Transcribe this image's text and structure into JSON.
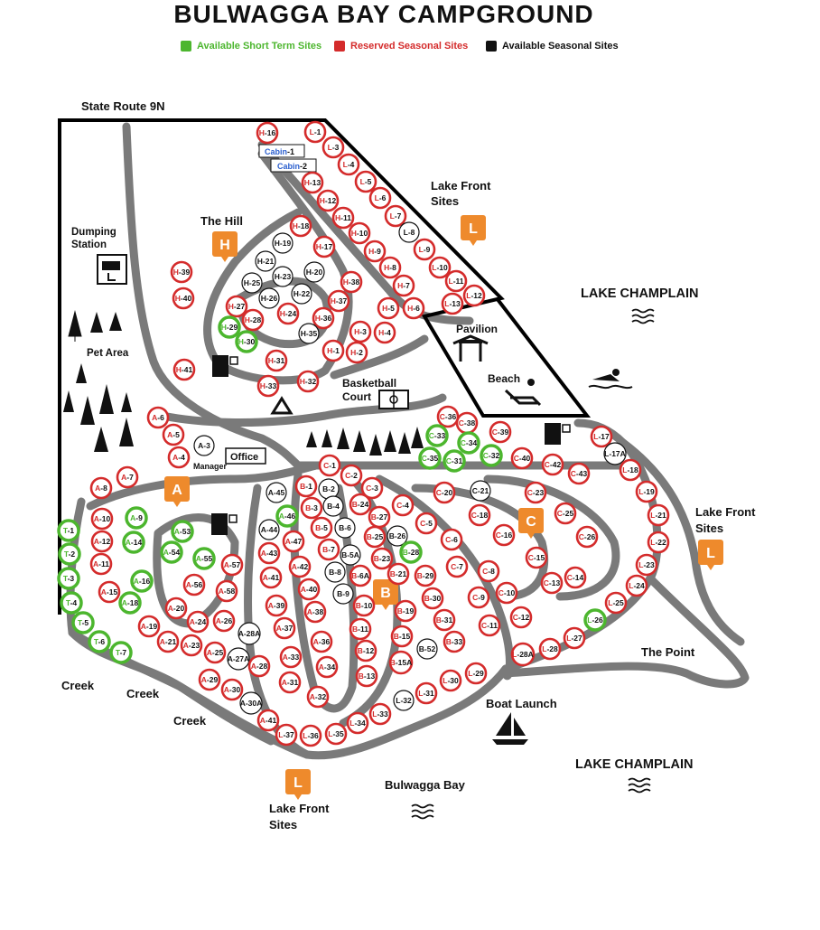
{
  "title": "BULWAGGA BAY CAMPGROUND",
  "colors": {
    "short_term": "#4cb62e",
    "reserved": "#d42b2b",
    "seasonal": "#111111",
    "road": "#7a7a7a",
    "marker": "#ee8a2c",
    "cabin": "#2b5fce"
  },
  "legend": {
    "short_term": "Available Short Term Sites",
    "reserved": "Reserved Seasonal Sites",
    "seasonal": "Available Seasonal Sites"
  },
  "labels": {
    "route": "State Route 9N",
    "dumping_1": "Dumping",
    "dumping_2": "Station",
    "the_hill": "The Hill",
    "pet_area": "Pet Area",
    "lake_front_top_1": "Lake Front",
    "lake_front_top_2": "Sites",
    "lake_champlain_top": "LAKE CHAMPLAIN",
    "pavilion": "Pavilion",
    "beach": "Beach",
    "basketball_1": "Basketball",
    "basketball_2": "Court",
    "office": "Office",
    "manager": "Manager",
    "lake_front_right_1": "Lake Front",
    "lake_front_right_2": "Sites",
    "the_point": "The Point",
    "creek_1": "Creek",
    "creek_2": "Creek",
    "creek_3": "Creek",
    "boat_launch": "Boat Launch",
    "lake_champlain_bottom": "LAKE CHAMPLAIN",
    "bulwagga_bay": "Bulwagga Bay",
    "lake_front_bottom_1": "Lake Front",
    "lake_front_bottom_2": "Sites",
    "cabin_word": "Cabin"
  },
  "markers": {
    "H": "H",
    "L_top": "L",
    "A": "A",
    "B": "B",
    "C": "C",
    "L_right": "L",
    "L_bottom": "L"
  },
  "cabins": [
    {
      "name": "Cabin",
      "num": "-1"
    },
    {
      "name": "Cabin",
      "num": "-2"
    }
  ],
  "sites": [
    {
      "id": "H-16",
      "s": "r"
    },
    {
      "id": "L-1",
      "s": "r"
    },
    {
      "id": "L-3",
      "s": "r"
    },
    {
      "id": "L-4",
      "s": "r"
    },
    {
      "id": "H-13",
      "s": "r"
    },
    {
      "id": "L-5",
      "s": "r"
    },
    {
      "id": "H-12",
      "s": "r"
    },
    {
      "id": "L-6",
      "s": "r"
    },
    {
      "id": "H-11",
      "s": "r"
    },
    {
      "id": "L-7",
      "s": "r"
    },
    {
      "id": "H-18",
      "s": "r"
    },
    {
      "id": "H-10",
      "s": "r"
    },
    {
      "id": "L-8",
      "s": "a"
    },
    {
      "id": "H-19",
      "s": "a"
    },
    {
      "id": "H-17",
      "s": "r"
    },
    {
      "id": "H-9",
      "s": "r"
    },
    {
      "id": "L-9",
      "s": "r"
    },
    {
      "id": "H-21",
      "s": "a"
    },
    {
      "id": "H-8",
      "s": "r"
    },
    {
      "id": "L-10",
      "s": "r"
    },
    {
      "id": "H-39",
      "s": "r"
    },
    {
      "id": "H-20",
      "s": "a"
    },
    {
      "id": "H-25",
      "s": "a"
    },
    {
      "id": "H-23",
      "s": "a"
    },
    {
      "id": "H-38",
      "s": "r"
    },
    {
      "id": "H-7",
      "s": "r"
    },
    {
      "id": "L-11",
      "s": "r"
    },
    {
      "id": "H-40",
      "s": "r"
    },
    {
      "id": "H-26",
      "s": "a"
    },
    {
      "id": "H-22",
      "s": "a"
    },
    {
      "id": "H-37",
      "s": "r"
    },
    {
      "id": "L-12",
      "s": "r"
    },
    {
      "id": "L-13",
      "s": "r"
    },
    {
      "id": "H-27",
      "s": "r"
    },
    {
      "id": "H-5",
      "s": "r"
    },
    {
      "id": "H-6",
      "s": "r"
    },
    {
      "id": "H-24",
      "s": "r"
    },
    {
      "id": "H-28",
      "s": "r"
    },
    {
      "id": "H-36",
      "s": "r"
    },
    {
      "id": "H-29",
      "s": "g"
    },
    {
      "id": "H-3",
      "s": "r"
    },
    {
      "id": "H-4",
      "s": "r"
    },
    {
      "id": "H-35",
      "s": "a"
    },
    {
      "id": "H-30",
      "s": "g"
    },
    {
      "id": "H-1",
      "s": "r"
    },
    {
      "id": "H-2",
      "s": "r"
    },
    {
      "id": "H-31",
      "s": "r"
    },
    {
      "id": "H-41",
      "s": "r"
    },
    {
      "id": "H-33",
      "s": "r"
    },
    {
      "id": "H-32",
      "s": "r"
    },
    {
      "id": "A-6",
      "s": "r"
    },
    {
      "id": "C-36",
      "s": "r"
    },
    {
      "id": "C-38",
      "s": "r"
    },
    {
      "id": "A-5",
      "s": "r"
    },
    {
      "id": "C-33",
      "s": "g"
    },
    {
      "id": "C-39",
      "s": "r"
    },
    {
      "id": "L-17",
      "s": "r"
    },
    {
      "id": "C-34",
      "s": "g"
    },
    {
      "id": "A-3",
      "s": "a"
    },
    {
      "id": "A-4",
      "s": "r"
    },
    {
      "id": "C-35",
      "s": "g"
    },
    {
      "id": "C-31",
      "s": "g"
    },
    {
      "id": "C-32",
      "s": "g"
    },
    {
      "id": "C-40",
      "s": "r"
    },
    {
      "id": "L-17A",
      "s": "a"
    },
    {
      "id": "C-1",
      "s": "r"
    },
    {
      "id": "C-42",
      "s": "r"
    },
    {
      "id": "L-18",
      "s": "r"
    },
    {
      "id": "A-7",
      "s": "r"
    },
    {
      "id": "C-2",
      "s": "r"
    },
    {
      "id": "C-43",
      "s": "r"
    },
    {
      "id": "A-8",
      "s": "r"
    },
    {
      "id": "B-1",
      "s": "r"
    },
    {
      "id": "C-3",
      "s": "r"
    },
    {
      "id": "L-19",
      "s": "r"
    },
    {
      "id": "A-45",
      "s": "a"
    },
    {
      "id": "B-2",
      "s": "a"
    },
    {
      "id": "C-20",
      "s": "r"
    },
    {
      "id": "C-21",
      "s": "a"
    },
    {
      "id": "C-23",
      "s": "r"
    },
    {
      "id": "B-24",
      "s": "r"
    },
    {
      "id": "C-4",
      "s": "r"
    },
    {
      "id": "A-10",
      "s": "r"
    },
    {
      "id": "A-9",
      "s": "g"
    },
    {
      "id": "B-3",
      "s": "r"
    },
    {
      "id": "B-4",
      "s": "a"
    },
    {
      "id": "A-46",
      "s": "g"
    },
    {
      "id": "B-27",
      "s": "r"
    },
    {
      "id": "C-18",
      "s": "r"
    },
    {
      "id": "C-25",
      "s": "r"
    },
    {
      "id": "L-21",
      "s": "r"
    },
    {
      "id": "T-1",
      "s": "g"
    },
    {
      "id": "A-53",
      "s": "g"
    },
    {
      "id": "A-44",
      "s": "a"
    },
    {
      "id": "B-5",
      "s": "r"
    },
    {
      "id": "B-6",
      "s": "a"
    },
    {
      "id": "C-5",
      "s": "r"
    },
    {
      "id": "A-12",
      "s": "r"
    },
    {
      "id": "A-14",
      "s": "g"
    },
    {
      "id": "A-47",
      "s": "r"
    },
    {
      "id": "B-25",
      "s": "r"
    },
    {
      "id": "B-26",
      "s": "a"
    },
    {
      "id": "C-6",
      "s": "r"
    },
    {
      "id": "C-16",
      "s": "r"
    },
    {
      "id": "C-26",
      "s": "r"
    },
    {
      "id": "L-22",
      "s": "r"
    },
    {
      "id": "T-2",
      "s": "g"
    },
    {
      "id": "A-54",
      "s": "g"
    },
    {
      "id": "A-43",
      "s": "r"
    },
    {
      "id": "B-7",
      "s": "r"
    },
    {
      "id": "B-5A",
      "s": "a"
    },
    {
      "id": "B-28",
      "s": "g"
    },
    {
      "id": "A-55",
      "s": "g"
    },
    {
      "id": "B-23",
      "s": "r"
    },
    {
      "id": "C-15",
      "s": "r"
    },
    {
      "id": "A-11",
      "s": "r"
    },
    {
      "id": "A-57",
      "s": "r"
    },
    {
      "id": "A-42",
      "s": "r"
    },
    {
      "id": "C-7",
      "s": "r"
    },
    {
      "id": "L-23",
      "s": "r"
    },
    {
      "id": "B-8",
      "s": "a"
    },
    {
      "id": "B-21",
      "s": "r"
    },
    {
      "id": "B-29",
      "s": "r"
    },
    {
      "id": "C-8",
      "s": "r"
    },
    {
      "id": "C-14",
      "s": "r"
    },
    {
      "id": "T-3",
      "s": "g"
    },
    {
      "id": "A-16",
      "s": "g"
    },
    {
      "id": "A-41",
      "s": "r"
    },
    {
      "id": "B-6A",
      "s": "r"
    },
    {
      "id": "A-56",
      "s": "r"
    },
    {
      "id": "C-13",
      "s": "r"
    },
    {
      "id": "L-24",
      "s": "r"
    },
    {
      "id": "A-15",
      "s": "r"
    },
    {
      "id": "A-58",
      "s": "r"
    },
    {
      "id": "A-40",
      "s": "r"
    },
    {
      "id": "B-9",
      "s": "a"
    },
    {
      "id": "C-10",
      "s": "r"
    },
    {
      "id": "T-4",
      "s": "g"
    },
    {
      "id": "A-18",
      "s": "g"
    },
    {
      "id": "A-39",
      "s": "r"
    },
    {
      "id": "B-10",
      "s": "r"
    },
    {
      "id": "B-30",
      "s": "r"
    },
    {
      "id": "C-9",
      "s": "r"
    },
    {
      "id": "L-25",
      "s": "r"
    },
    {
      "id": "A-20",
      "s": "r"
    },
    {
      "id": "A-38",
      "s": "r"
    },
    {
      "id": "B-19",
      "s": "r"
    },
    {
      "id": "C-12",
      "s": "r"
    },
    {
      "id": "T-5",
      "s": "g"
    },
    {
      "id": "A-24",
      "s": "r"
    },
    {
      "id": "A-26",
      "s": "r"
    },
    {
      "id": "B-31",
      "s": "r"
    },
    {
      "id": "L-26",
      "s": "g"
    },
    {
      "id": "A-19",
      "s": "r"
    },
    {
      "id": "A-37",
      "s": "r"
    },
    {
      "id": "B-11",
      "s": "r"
    },
    {
      "id": "C-11",
      "s": "r"
    },
    {
      "id": "A-28A",
      "s": "a"
    },
    {
      "id": "B-15",
      "s": "r"
    },
    {
      "id": "L-27",
      "s": "r"
    },
    {
      "id": "T-6",
      "s": "g"
    },
    {
      "id": "A-21",
      "s": "r"
    },
    {
      "id": "A-36",
      "s": "r"
    },
    {
      "id": "B-33",
      "s": "r"
    },
    {
      "id": "A-23",
      "s": "r"
    },
    {
      "id": "B-12",
      "s": "r"
    },
    {
      "id": "L-28",
      "s": "r"
    },
    {
      "id": "T-7",
      "s": "g"
    },
    {
      "id": "A-25",
      "s": "r"
    },
    {
      "id": "A-27A",
      "s": "a"
    },
    {
      "id": "A-33",
      "s": "r"
    },
    {
      "id": "B-52",
      "s": "a"
    },
    {
      "id": "L-28A",
      "s": "r"
    },
    {
      "id": "A-28",
      "s": "r"
    },
    {
      "id": "A-34",
      "s": "r"
    },
    {
      "id": "B-15A",
      "s": "r"
    },
    {
      "id": "A-29",
      "s": "r"
    },
    {
      "id": "B-13",
      "s": "r"
    },
    {
      "id": "L-29",
      "s": "r"
    },
    {
      "id": "A-31",
      "s": "r"
    },
    {
      "id": "L-30",
      "s": "r"
    },
    {
      "id": "A-30",
      "s": "r"
    },
    {
      "id": "L-31",
      "s": "r"
    },
    {
      "id": "A-32",
      "s": "r"
    },
    {
      "id": "A-30A",
      "s": "a"
    },
    {
      "id": "L-32",
      "s": "a"
    },
    {
      "id": "L-33",
      "s": "r"
    },
    {
      "id": "A-41",
      "s": "r"
    },
    {
      "id": "L-34",
      "s": "r"
    },
    {
      "id": "L-37",
      "s": "r"
    },
    {
      "id": "L-36",
      "s": "r"
    },
    {
      "id": "L-35",
      "s": "r"
    }
  ]
}
